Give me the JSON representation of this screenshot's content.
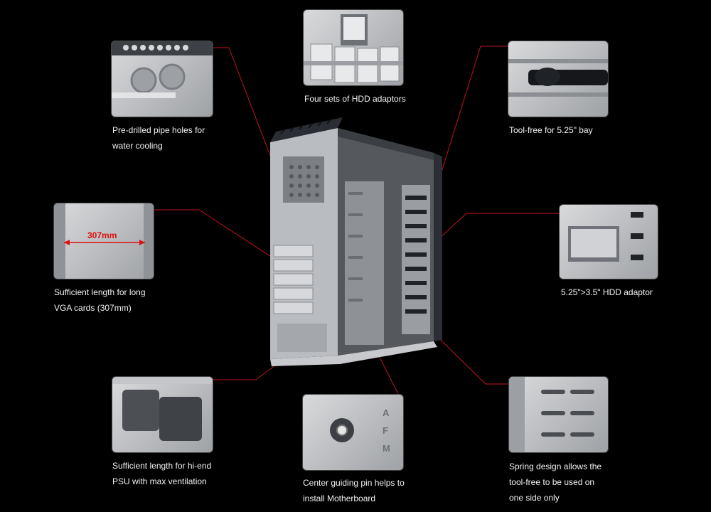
{
  "features": [
    {
      "id": "pipe-holes",
      "lines": [
        "Pre-drilled pipe holes for",
        "water cooling"
      ]
    },
    {
      "id": "hdd-adaptors",
      "lines": [
        "Four sets of HDD adaptors"
      ]
    },
    {
      "id": "tool-free",
      "lines": [
        "Tool-free for 5.25\" bay"
      ]
    },
    {
      "id": "vga-length",
      "lines": [
        "Sufficient length for long",
        "VGA cards (307mm)"
      ],
      "measure_label": "307mm"
    },
    {
      "id": "hdd-adaptor-size",
      "lines": [
        "5.25\">3.5\" HDD adaptor"
      ]
    },
    {
      "id": "psu",
      "lines": [
        "Sufficient length for hi-end",
        "PSU with max ventilation"
      ]
    },
    {
      "id": "guide-pin",
      "lines": [
        "Center guiding pin helps to",
        "install Motherboard"
      ]
    },
    {
      "id": "spring",
      "lines": [
        "Spring design allows the",
        "tool-free to be used on",
        "one side only"
      ]
    }
  ],
  "colors": {
    "background": "#000000",
    "callout_line": "#c0141b",
    "text": "#f2f2f2"
  }
}
